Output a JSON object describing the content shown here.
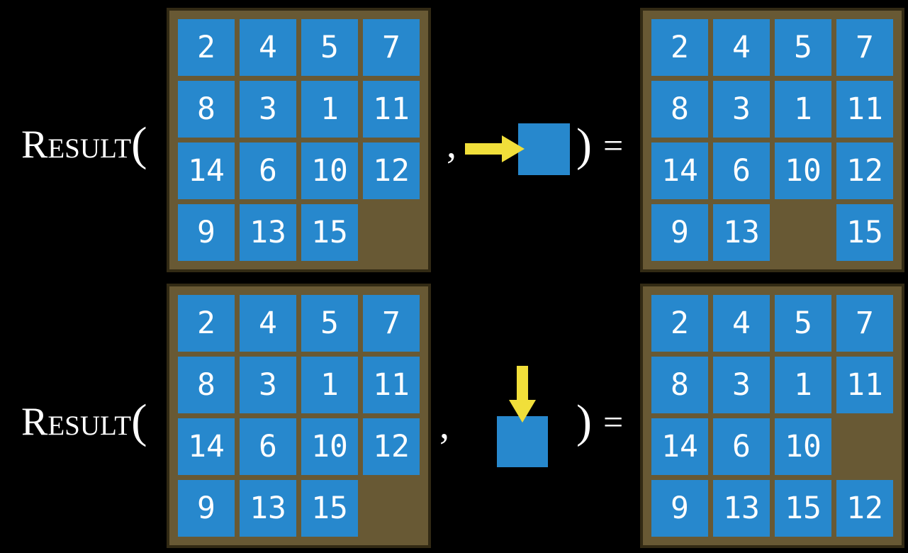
{
  "figure": {
    "background": "#000000",
    "colors": {
      "tile": "#2788cd",
      "board": "#685934",
      "board_border": "#322a14",
      "arrow": "#f1df3a",
      "text": "#ffffff"
    },
    "function_name": "Result",
    "open_paren": "(",
    "comma": ",",
    "close_paren": ")",
    "equals": "=",
    "rows": [
      {
        "name": "move-right-example",
        "action": "right",
        "arrow_icon": "right-arrow-icon",
        "before": [
          [
            2,
            4,
            5,
            7
          ],
          [
            8,
            3,
            1,
            11
          ],
          [
            14,
            6,
            10,
            12
          ],
          [
            9,
            13,
            15,
            null
          ]
        ],
        "after": [
          [
            2,
            4,
            5,
            7
          ],
          [
            8,
            3,
            1,
            11
          ],
          [
            14,
            6,
            10,
            12
          ],
          [
            9,
            13,
            null,
            15
          ]
        ]
      },
      {
        "name": "move-down-example",
        "action": "down",
        "arrow_icon": "down-arrow-icon",
        "before": [
          [
            2,
            4,
            5,
            7
          ],
          [
            8,
            3,
            1,
            11
          ],
          [
            14,
            6,
            10,
            12
          ],
          [
            9,
            13,
            15,
            null
          ]
        ],
        "after": [
          [
            2,
            4,
            5,
            7
          ],
          [
            8,
            3,
            1,
            11
          ],
          [
            14,
            6,
            10,
            null
          ],
          [
            9,
            13,
            15,
            12
          ]
        ]
      }
    ]
  }
}
